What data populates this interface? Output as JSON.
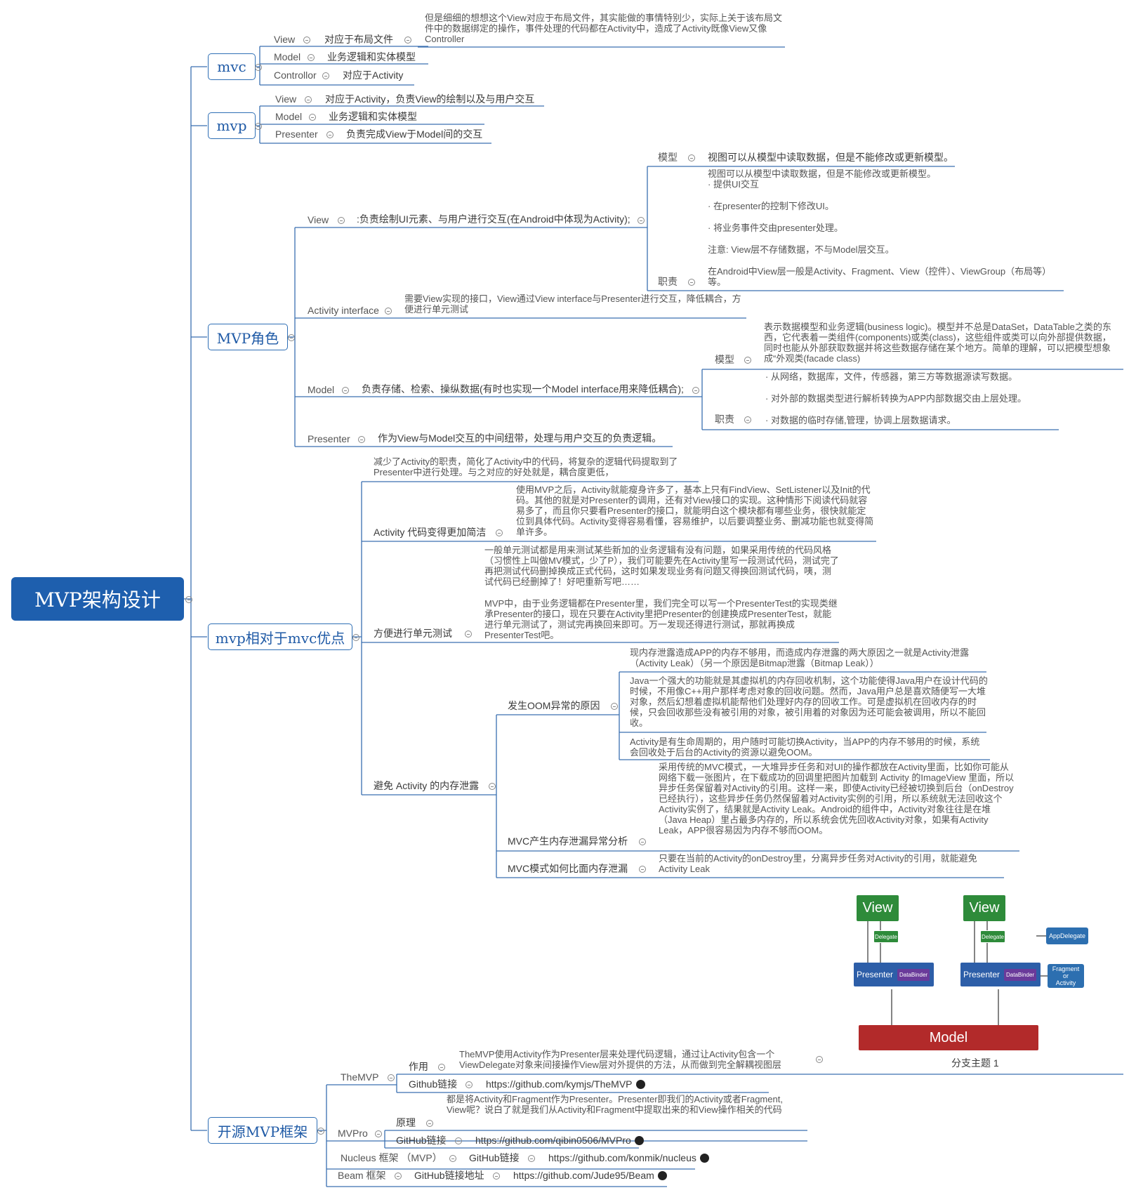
{
  "root": "MVP架构设计",
  "branches": {
    "mvc": {
      "label": "mvc",
      "items": [
        {
          "k": "View",
          "v": "对应于布局文件",
          "note": "但是细细的想想这个View对应于布局文件，其实能做的事情特别少，实际上关于该布局文件中的数据绑定的操作，事件处理的代码都在Activity中，造成了Activity既像View又像Controller"
        },
        {
          "k": "Model",
          "v": "业务逻辑和实体模型"
        },
        {
          "k": "Controllor",
          "v": "对应于Activity"
        }
      ]
    },
    "mvp": {
      "label": "mvp",
      "items": [
        {
          "k": "View",
          "v": "对应于Activity，负责View的绘制以及与用户交互"
        },
        {
          "k": "Model",
          "v": "业务逻辑和实体模型"
        },
        {
          "k": "Presenter",
          "v": "负责完成View于Model间的交互"
        }
      ]
    },
    "roles": {
      "label": "MVP角色",
      "view": {
        "k": "View",
        "v": ":负责绘制UI元素、与用户进行交互(在Android中体现为Activity);",
        "model": {
          "k": "模型",
          "v": "视图可以从模型中读取数据，但是不能修改或更新模型。"
        },
        "duty_k": "职责",
        "duty": [
          "视图可以从模型中读取数据，但是不能修改或更新模型。",
          "· 提供UI交互",
          "· 在presenter的控制下修改UI。",
          "· 将业务事件交由presenter处理。",
          "注意: View层不存储数据，不与Model层交互。",
          "在Android中View层一般是Activity、Fragment、View（控件）、ViewGroup（布局等）等。"
        ]
      },
      "ai": {
        "k": "Activity interface",
        "v": "需要View实现的接口，View通过View interface与Presenter进行交互，降低耦合，方便进行单元测试"
      },
      "model": {
        "k": "Model",
        "v": "负责存储、检索、操纵数据(有时也实现一个Model interface用来降低耦合);",
        "model_k": "模型",
        "model_note": "表示数据模型和业务逻辑(business logic)。模型并不总是DataSet，DataTable之类的东西，它代表着一类组件(components)或类(class)，这些组件或类可以向外部提供数据，同时也能从外部获取数据并将这些数据存储在某个地方。简单的理解，可以把模型想象成“外观类(facade class)",
        "duty_k": "职责",
        "duty": [
          "· 从网络，数据库，文件，传感器，第三方等数据源读写数据。",
          "· 对外部的数据类型进行解析转换为APP内部数据交由上层处理。",
          "· 对数据的临时存储,管理，协调上层数据请求。"
        ]
      },
      "presenter": {
        "k": "Presenter",
        "v": "作为View与Model交互的中间纽带，处理与用户交互的负责逻辑。"
      }
    },
    "adv": {
      "label": "mvp相对于mvc优点",
      "a": {
        "k": "Activity 代码变得更加简洁",
        "note": "减少了Activity的职责，简化了Activity中的代码，将复杂的逻辑代码提取到了Presenter中进行处理。与之对应的好处就是，耦合度更低，",
        "detail": "使用MVP之后，Activity就能瘦身许多了，基本上只有FindView、SetListener以及Init的代码。其他的就是对Presenter的调用，还有对View接口的实现。这种情形下阅读代码就容易多了，而且你只要看Presenter的接口，就能明白这个模块都有哪些业务，很快就能定位到具体代码。Activity变得容易看懂，容易维护，以后要调整业务、删减功能也就变得简单许多。"
      },
      "b": {
        "k": "方便进行单元测试",
        "note": "一般单元测试都是用来测试某些新加的业务逻辑有没有问题，如果采用传统的代码风格（习惯性上叫做MV模式，少了P），我们可能要先在Activity里写一段测试代码，测试完了再把测试代码删掉换成正式代码，这时如果发现业务有问题又得换回测试代码，咦，测试代码已经删掉了！好吧重新写吧……",
        "detail": "MVP中，由于业务逻辑都在Presenter里，我们完全可以写一个PresenterTest的实现类继承Presenter的接口，现在只要在Activity里把Presenter的创建换成PresenterTest，就能进行单元测试了，测试完再换回来即可。万一发现还得进行测试，那就再换成PresenterTest吧。"
      },
      "c": {
        "k": "避免 Activity 的内存泄露",
        "oom": {
          "k": "发生OOM异常的原因",
          "note": "现内存泄露造成APP的内存不够用，而造成内存泄露的两大原因之一就是Activity泄露（Activity Leak）（另一个原因是Bitmap泄露（Bitmap Leak））",
          "java": "Java一个强大的功能就是其虚拟机的内存回收机制，这个功能使得Java用户在设计代码的时候，不用像C++用户那样考虑对象的回收问题。然而，Java用户总是喜欢随便写一大堆对象，然后幻想着虚拟机能帮他们处理好内存的回收工作。可是虚拟机在回收内存的时候，只会回收那些没有被引用的对象，被引用着的对象因为还可能会被调用，所以不能回收。",
          "activity": "Activity是有生命周期的，用户随时可能切换Activity，当APP的内存不够用的时候，系统会回收处于后台的Activity的资源以避免OOM。"
        },
        "mvc": {
          "k": "MVC产生内存泄漏异常分析",
          "v": "采用传统的MVC模式，一大堆异步任务和对UI的操作都放在Activity里面，比如你可能从网络下载一张图片，在下载成功的回调里把图片加载到 Activity 的ImageView 里面，所以异步任务保留着对Activity的引用。这样一来，即使Activity已经被切换到后台（onDestroy已经执行），这些异步任务仍然保留着对Activity实例的引用，所以系统就无法回收这个Activity实例了，结果就是Activity Leak。Android的组件中，Activity对象往往是在堆（Java Heap）里占最多内存的，所以系统会优先回收Activity对象，如果有Activity Leak，APP很容易因为内存不够而OOM。"
        },
        "avoid": {
          "k": "MVC模式如何比面内存泄漏",
          "v": "只要在当前的Activity的onDestroy里，分离异步任务对Activity的引用，就能避免 Activity Leak"
        }
      }
    },
    "oss": {
      "label": "开源MVP框架",
      "themvp": {
        "k": "TheMVP",
        "use_k": "作用",
        "use_v": "TheMVP使用Activity作为Presenter层来处理代码逻辑，通过让Activity包含一个ViewDelegate对象来间接操作View层对外提供的方法，从而做到完全解耦视图层",
        "gh_k": "Github链接",
        "url": "https://github.com/kymjs/TheMVP"
      },
      "mvpro": {
        "k": "MVPro",
        "p_k": "原理",
        "p_v": "都是将Activity和Fragment作为Presenter。Presenter即我们的Activity或者Fragment, View呢？说白了就是我们从Activity和Fragment中提取出来的和View操作相关的代码",
        "gh_k": "GitHub链接",
        "url": "https://github.com/qibin0506/MVPro"
      },
      "nucleus": {
        "k": "Nucleus 框架 （MVP）",
        "gh_k": "GitHub链接",
        "url": "https://github.com/konmik/nucleus"
      },
      "beam": {
        "k": "Beam 框架",
        "gh_k": "GitHub链接地址",
        "url": "https://github.com/Jude95/Beam"
      }
    }
  },
  "diagram": {
    "view": "View",
    "delegate": "Delegate",
    "presenter": "Presenter",
    "databinder": "DataBinder",
    "appdelegate": "AppDelegate",
    "fragment": "Fragment\nor\nActivity",
    "model": "Model",
    "caption": "分支主题 1"
  }
}
